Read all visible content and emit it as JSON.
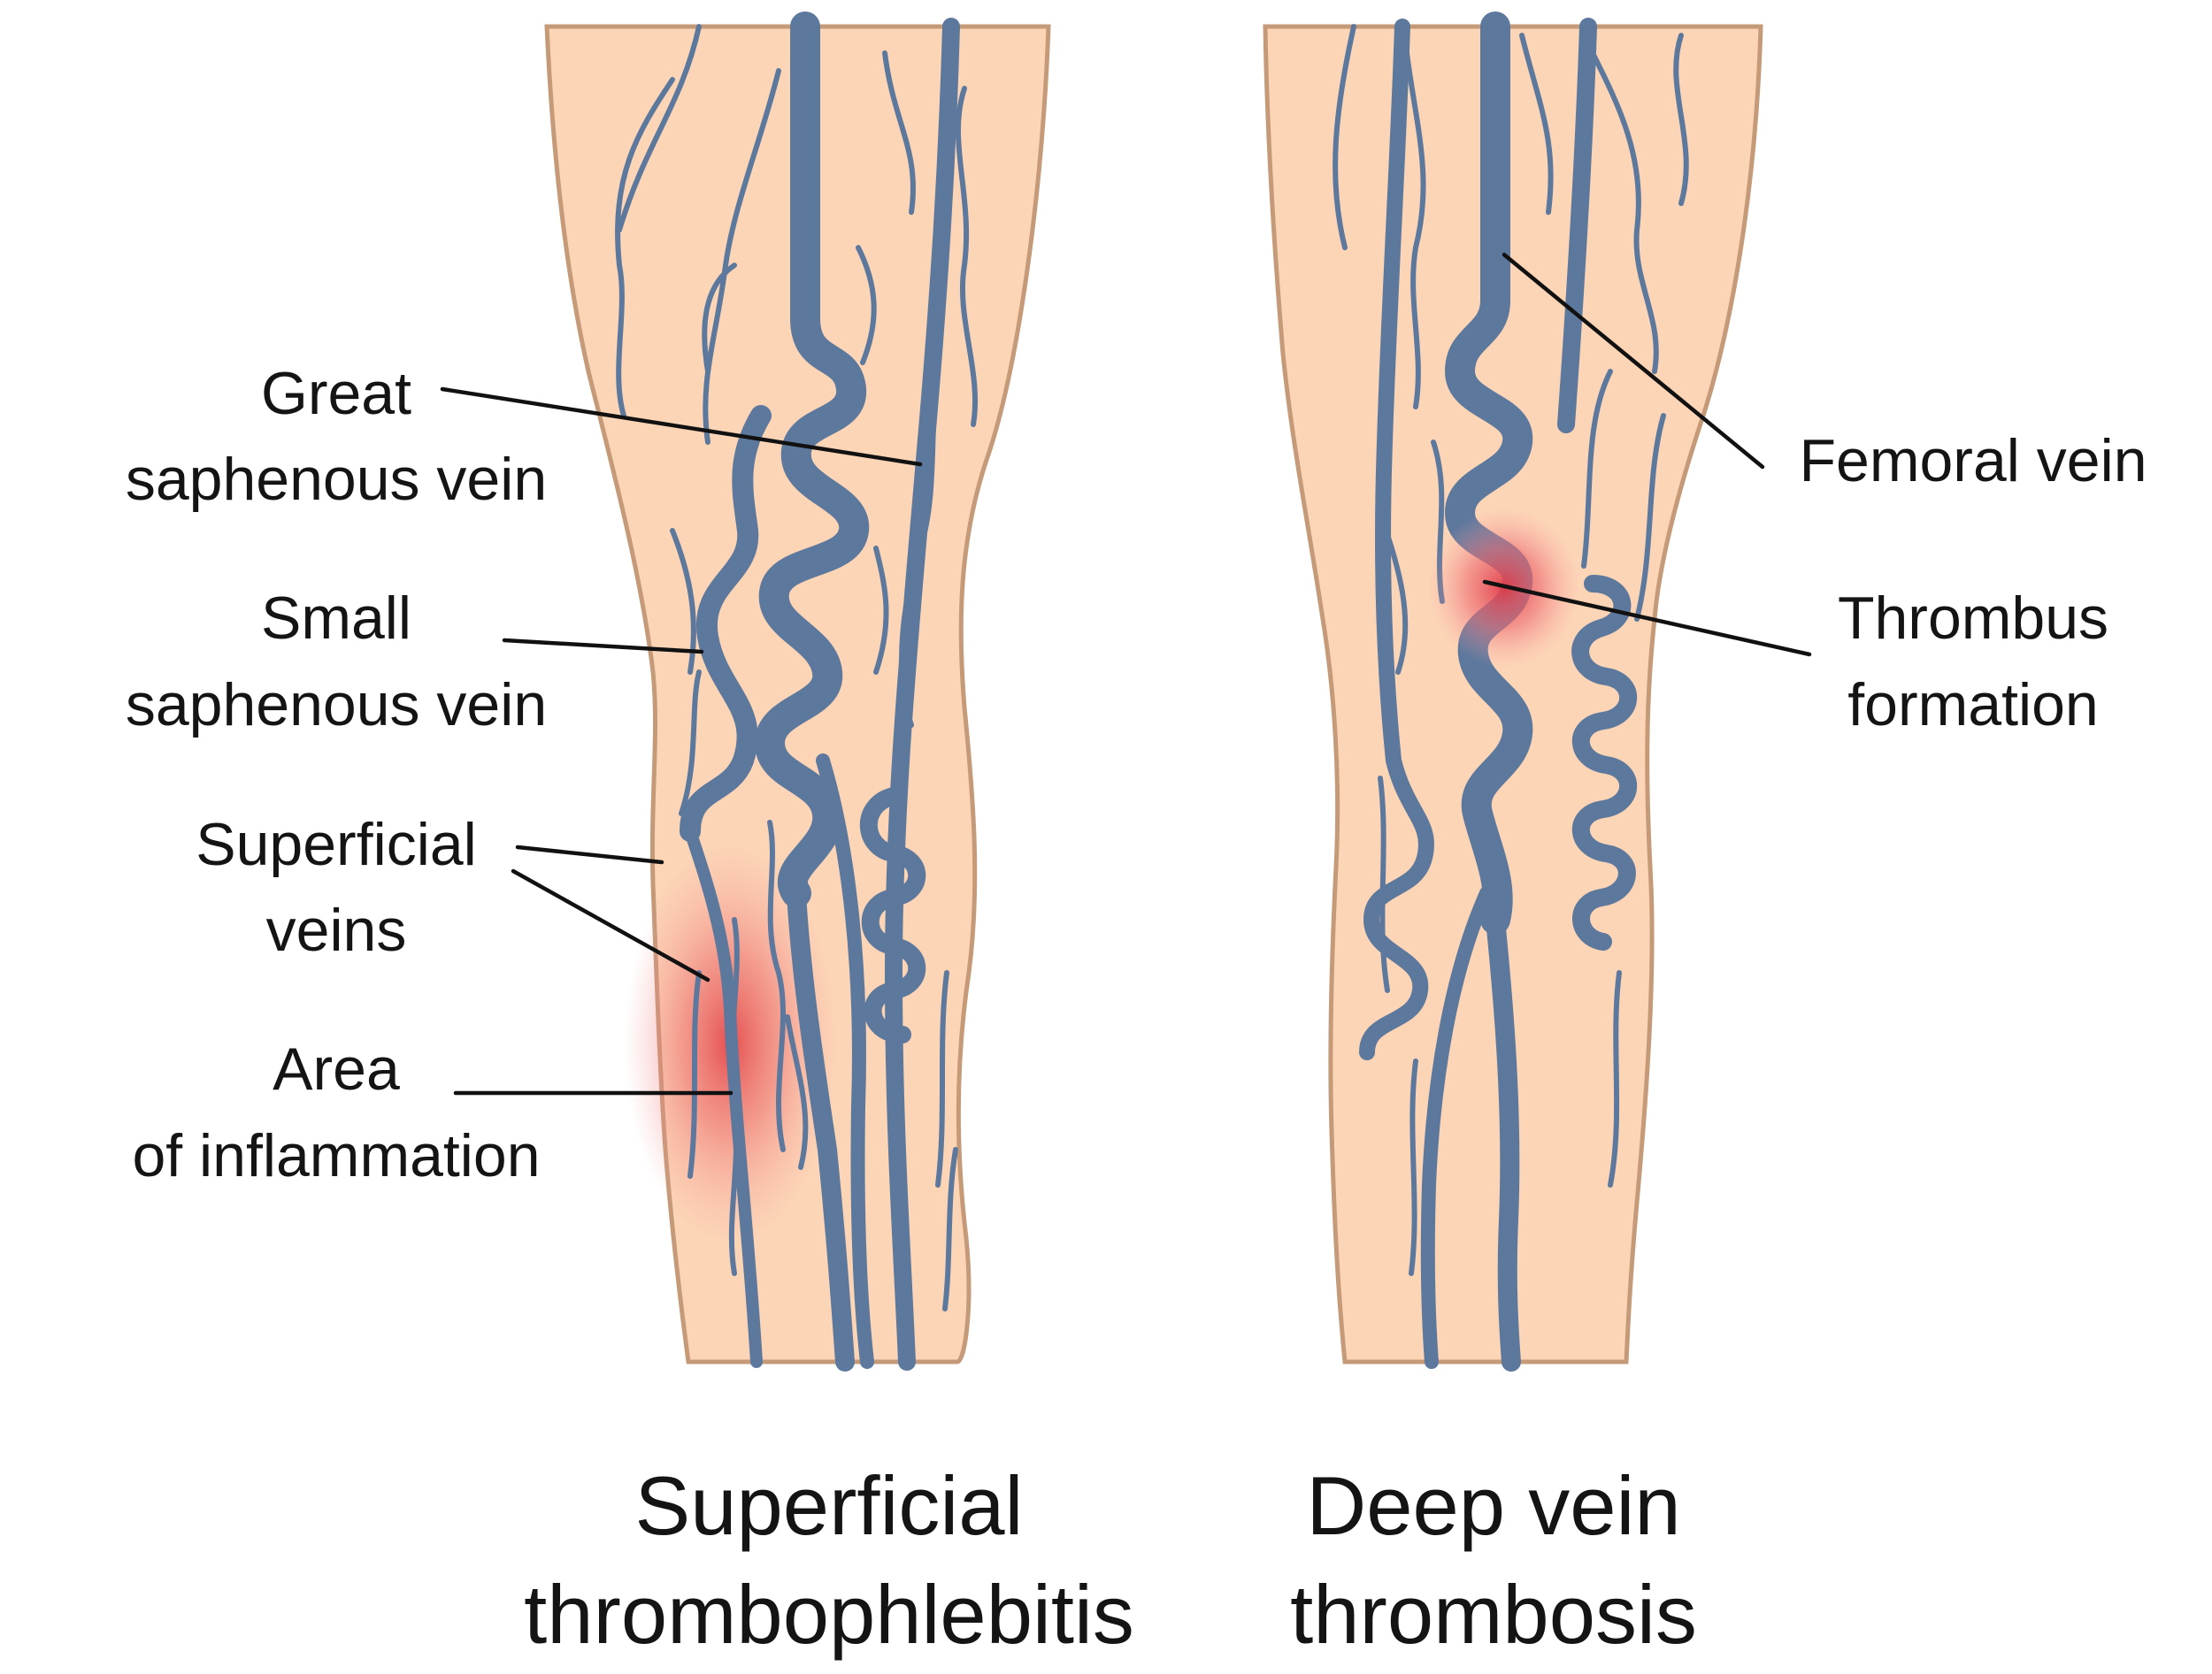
{
  "colors": {
    "skin": "#fcd4b6",
    "skin_outline": "#c49a78",
    "vein": "#5d789d",
    "vein_dark": "#4b6489",
    "inflammation": "#e04a4a",
    "text": "#141414"
  },
  "left_leg": {
    "caption_line1": "Superficial",
    "caption_line2": "thrombophlebitis",
    "labels": {
      "great_saphenous_line1": "Great",
      "great_saphenous_line2": "saphenous vein",
      "small_saphenous_line1": "Small",
      "small_saphenous_line2": "saphenous vein",
      "superficial_veins_line1": "Superficial",
      "superficial_veins_line2": "veins",
      "inflammation_line1": "Area",
      "inflammation_line2": "of inflammation"
    }
  },
  "right_leg": {
    "caption_line1": "Deep vein",
    "caption_line2": "thrombosis",
    "labels": {
      "femoral_vein": "Femoral vein",
      "thrombus_line1": "Thrombus",
      "thrombus_line2": "formation"
    }
  }
}
